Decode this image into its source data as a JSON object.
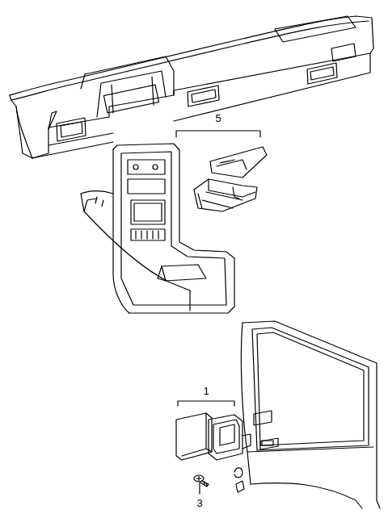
{
  "diagram": {
    "labels": [
      "5",
      "1",
      "3"
    ]
  }
}
